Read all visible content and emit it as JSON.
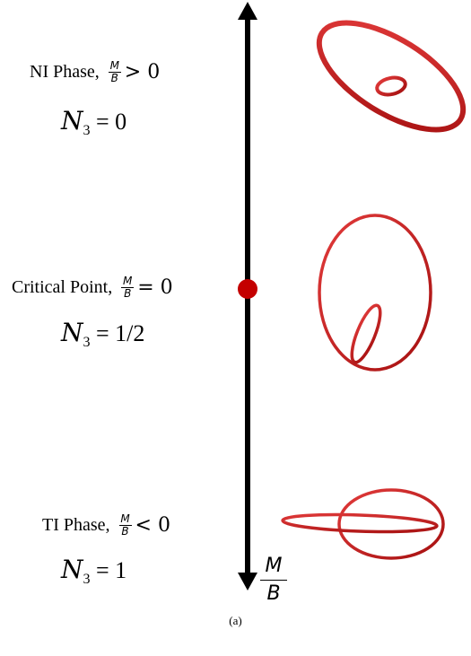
{
  "phases": {
    "ni": {
      "name": "NI Phase,",
      "frac_num": "M",
      "frac_den": "B",
      "relation": "> 0",
      "invariant_symbol": "N",
      "invariant_sub": "3",
      "invariant_value": "= 0"
    },
    "critical": {
      "name": "Critical Point,",
      "frac_num": "M",
      "frac_den": "B",
      "relation": "= 0",
      "invariant_symbol": "N",
      "invariant_sub": "3",
      "invariant_value": "= 1/2"
    },
    "ti": {
      "name": "TI Phase,",
      "frac_num": "M",
      "frac_den": "B",
      "relation": "< 0",
      "invariant_symbol": "N",
      "invariant_sub": "3",
      "invariant_value": "= 1"
    }
  },
  "axis": {
    "num": "M",
    "den": "B"
  },
  "caption": "(a)",
  "colors": {
    "axis": "#000000",
    "marker": "#c00000",
    "loop": "#cc1f1f",
    "loop_dark": "#8e0f0f"
  }
}
